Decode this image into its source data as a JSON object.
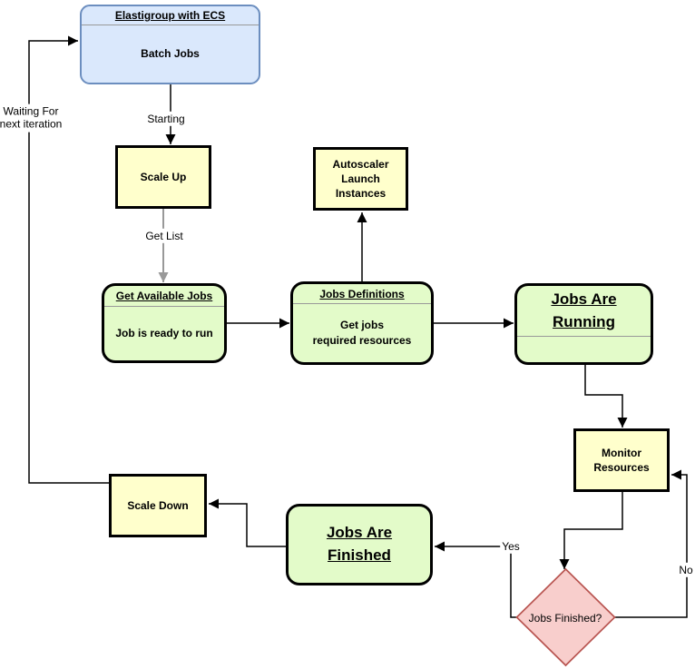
{
  "diagram": {
    "nodes": {
      "elastigroup": {
        "title": "Elastigroup with ECS",
        "body": "Batch Jobs"
      },
      "scale_up": {
        "label": "Scale Up"
      },
      "autoscaler": {
        "label": "Autoscaler\nLaunch\nInstances"
      },
      "get_available_jobs": {
        "title": "Get Available Jobs",
        "body": "Job is ready to run"
      },
      "jobs_definitions": {
        "title": "Jobs Definitions",
        "body": "Get jobs\nrequired resources"
      },
      "jobs_are_running": {
        "title": "Jobs Are\nRunning"
      },
      "monitor_resources": {
        "label": "Monitor\nResources"
      },
      "jobs_finished": {
        "label": "Jobs Finished?"
      },
      "jobs_are_finished": {
        "title": "Jobs Are\nFinished"
      },
      "scale_down": {
        "label": "Scale Down"
      }
    },
    "edge_labels": {
      "starting": "Starting",
      "get_list": "Get List",
      "yes": "Yes",
      "no": "No",
      "waiting": "Waiting For\nnext iteration"
    },
    "colors": {
      "blue_fill": "#dae8fc",
      "blue_border": "#6c8ebf",
      "yellow_fill": "#ffffcc",
      "green_fill": "#e3fbc9",
      "pink_fill": "#f8cecc",
      "pink_border": "#b85450",
      "box_border": "#000000",
      "connector": "#000000",
      "gray_connector": "#999999",
      "divider": "#999999"
    }
  }
}
